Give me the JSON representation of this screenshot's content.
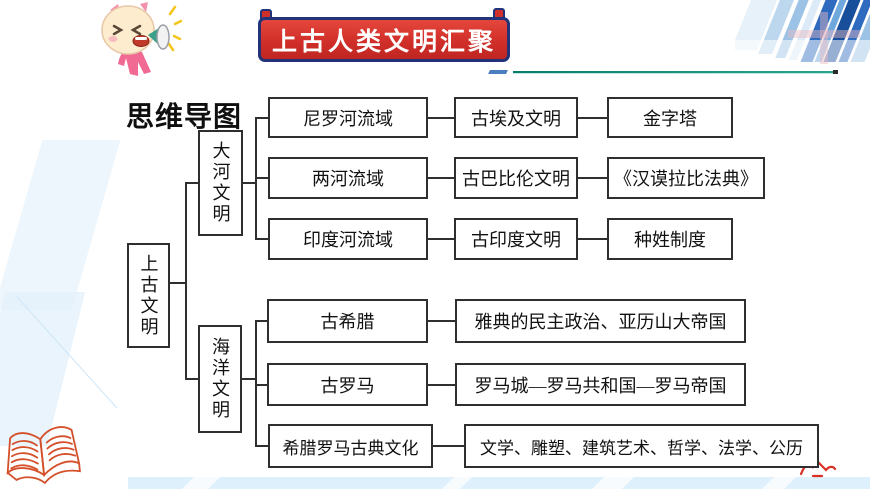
{
  "banner": {
    "title": "上古人类文明汇聚"
  },
  "page": {
    "section_label": "思维导图"
  },
  "mindmap": {
    "root_label": "上古文明",
    "branches": [
      {
        "label": "大河文明",
        "rows": [
          {
            "cells": [
              "尼罗河流域",
              "古埃及文明",
              "金字塔"
            ]
          },
          {
            "cells": [
              "两河流域",
              "古巴比伦文明",
              "《汉谟拉比法典》"
            ]
          },
          {
            "cells": [
              "印度河流域",
              "古印度文明",
              "种姓制度"
            ]
          }
        ]
      },
      {
        "label": "海洋文明",
        "rows": [
          {
            "cells": [
              "古希腊",
              "雅典的民主政治、亚历山大帝国"
            ]
          },
          {
            "cells": [
              "古罗马",
              "罗马城—罗马共和国—罗马帝国"
            ]
          },
          {
            "cells": [
              "希腊罗马古典文化",
              "文学、雕塑、建筑艺术、哲学、法学、公历"
            ]
          }
        ]
      }
    ]
  },
  "decorations": {
    "icons": [
      "mascot-megaphone-icon",
      "open-book-icon",
      "red-scribble-icon"
    ]
  },
  "colors": {
    "banner_red": "#d12f29",
    "banner_border_navy": "#23337a",
    "teal_underline": "#0e8a76",
    "box_border": "#2f2f2f",
    "corner_stripe_blue": "#2e6bbf",
    "book_orange": "#d4502a",
    "scribble_red": "#d93025"
  }
}
